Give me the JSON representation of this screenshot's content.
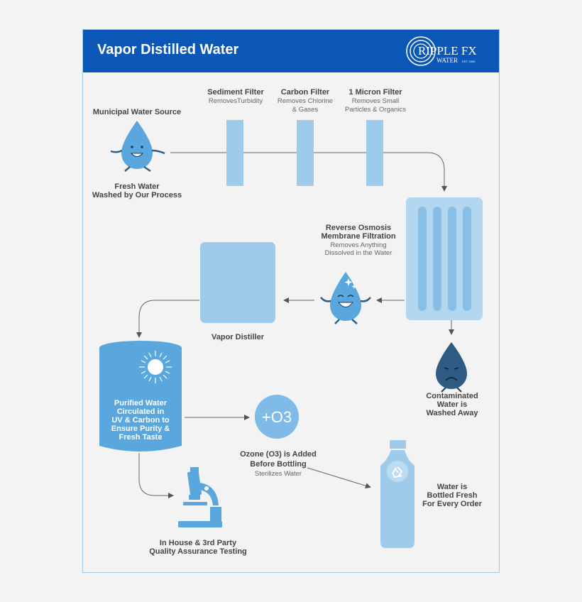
{
  "header": {
    "title": "Vapor Distilled Water",
    "logo_line1": "RIPPLE FX",
    "logo_line2": "WATER",
    "logo_est": "EST. 2006"
  },
  "colors": {
    "header_bg": "#0b57b8",
    "light_blue": "#9fcbeb",
    "mid_blue": "#5aa7de",
    "dark_blue": "#2d5f8a",
    "arrow": "#555555"
  },
  "source": {
    "title": "Municipal Water Source",
    "caption_line1": "Fresh Water",
    "caption_line2": "Washed by Our Process"
  },
  "filters": [
    {
      "title": "Sediment Filter",
      "sub1": "RemovesTurbidity",
      "sub2": ""
    },
    {
      "title": "Carbon Filter",
      "sub1": "Removes Chlorine",
      "sub2": "& Gases"
    },
    {
      "title": "1 Micron Filter",
      "sub1": "Removes Small",
      "sub2": "Particles & Organics"
    }
  ],
  "ro": {
    "title1": "Reverse Osmosis",
    "title2": "Membrane Filtration",
    "sub1": "Removes Anything",
    "sub2": "Dissolved in the Water"
  },
  "contaminated": {
    "line1": "Contaminated",
    "line2": "Water  is",
    "line3": "Washed Away"
  },
  "distiller": {
    "label": "Vapor Distiller"
  },
  "tank": {
    "line1": "Purified Water",
    "line2": "Circulated in",
    "line3": "UV & Carbon to",
    "line4": "Ensure Purity &",
    "line5": "Fresh Taste"
  },
  "ozone": {
    "badge": "+O3",
    "line1": "Ozone (O3) is Added",
    "line2": "Before Bottling",
    "sub": "Sterilizes Water"
  },
  "bottle": {
    "line1": "Water is",
    "line2": "Bottled Fresh",
    "line3": "For Every Order"
  },
  "testing": {
    "line1": "In House & 3rd Party",
    "line2": "Quality Assurance Testing"
  }
}
